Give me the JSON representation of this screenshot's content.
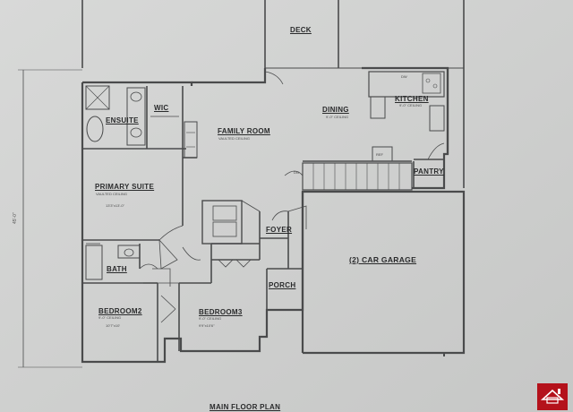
{
  "plan": {
    "title": "MAIN FLOOR PLAN",
    "overall_dim": "45'-0\"",
    "rooms": {
      "deck": {
        "name": "DECK"
      },
      "ensuite": {
        "name": "ENSUITE"
      },
      "wic": {
        "name": "WIC"
      },
      "family_room": {
        "name": "FAMILY ROOM",
        "ceiling": "VAULTED CEILING"
      },
      "dining": {
        "name": "DINING",
        "ceiling": "9'-0\" CEILING"
      },
      "kitchen": {
        "name": "KITCHEN",
        "ceiling": "9'-0\" CEILING"
      },
      "pantry": {
        "name": "PANTRY"
      },
      "primary_suite": {
        "name": "PRIMARY SUITE",
        "ceiling": "VAULTED CEILING",
        "size": "13'3\"x13'-0\""
      },
      "foyer": {
        "name": "FOYER"
      },
      "bath": {
        "name": "BATH"
      },
      "garage": {
        "name": "(2) CAR GARAGE"
      },
      "porch": {
        "name": "PORCH"
      },
      "bedroom2": {
        "name": "BEDROOM2",
        "ceiling": "9'-0\" CEILING",
        "size": "10'7\"x10'"
      },
      "bedroom3": {
        "name": "BEDROOM3",
        "ceiling": "9'-0\" CEILING",
        "size": "9'9\"x10'6\""
      }
    },
    "fixtures": {
      "dw": "DW",
      "ref": "REF",
      "dn": "DN"
    }
  },
  "branding": {
    "logo": "house-logo-icon"
  },
  "colors": {
    "paper": "#cfd0cf",
    "ink": "#2a2b2c",
    "logo": "#b4121b"
  }
}
